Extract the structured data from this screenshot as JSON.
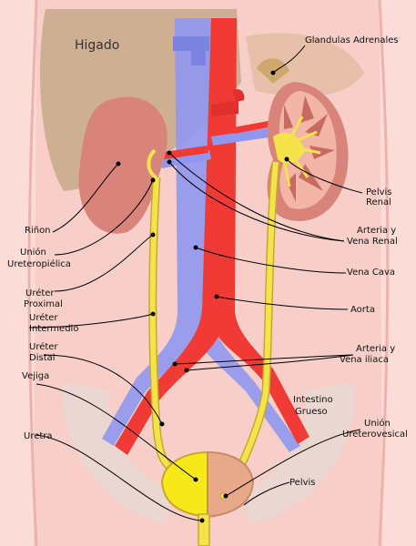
{
  "labels": {
    "higado": "Higado",
    "glandulas": "Glandulas Adrenales",
    "rinon": "Riñon",
    "pelvis_renal_1": "Pelvis",
    "pelvis_renal_2": "Renal",
    "union_1": "Unión",
    "union_2": "Ureteropiélica",
    "arteria_renal_1": "Arteria y",
    "arteria_renal_2": "Vena Renal",
    "vena_cava": "Vena Cava",
    "ureter_prox_1": "Uréter",
    "ureter_prox_2": "Proximal",
    "aorta": "Aorta",
    "ureter_int_1": "Uréter",
    "ureter_int_2": "Intermedio",
    "arteria_iliaca_1": "Arteria y",
    "arteria_iliaca_2": "Vena iliaca",
    "ureter_dist_1": "Uréter",
    "ureter_dist_2": "Distal",
    "vejiga": "Vejiga",
    "intestino_1": "Intestino",
    "intestino_2": "Grueso",
    "union_uv_1": "Unión",
    "union_uv_2": "Ureterovesical",
    "uretra": "Uretra",
    "pelvis": "Pelvis"
  },
  "colors": {
    "body_skin": "#f7cfc8",
    "body_outline": "#ecb3aa",
    "liver": "#c8a98a",
    "kidney": "#d9847a",
    "kidney_inner": "#f2b5a8",
    "ureter": "#f4e34a",
    "artery": "#f03a35",
    "vein": "#8f97f0",
    "bladder_yellow": "#f7e81c",
    "bladder_wall": "#e8a98a",
    "bone": "#e8d7d0"
  }
}
